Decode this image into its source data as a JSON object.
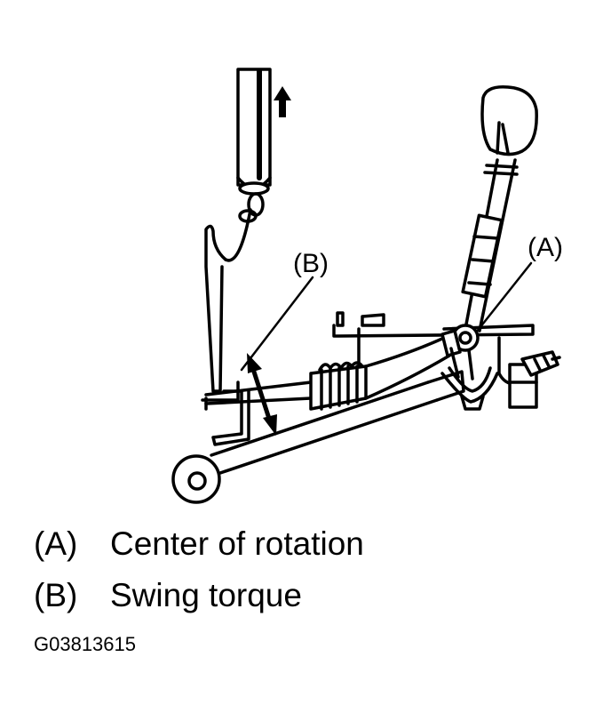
{
  "diagram": {
    "labels": {
      "a": "(A)",
      "b": "(B)"
    },
    "icons": [
      "arrow-up-icon",
      "double-arrow-icon"
    ]
  },
  "legend": [
    {
      "key": "(A)",
      "text": "Center of rotation"
    },
    {
      "key": "(B)",
      "text": "Swing torque"
    }
  ],
  "figure_code": "G03813615",
  "colors": {
    "ink": "#000000",
    "background": "#ffffff"
  }
}
